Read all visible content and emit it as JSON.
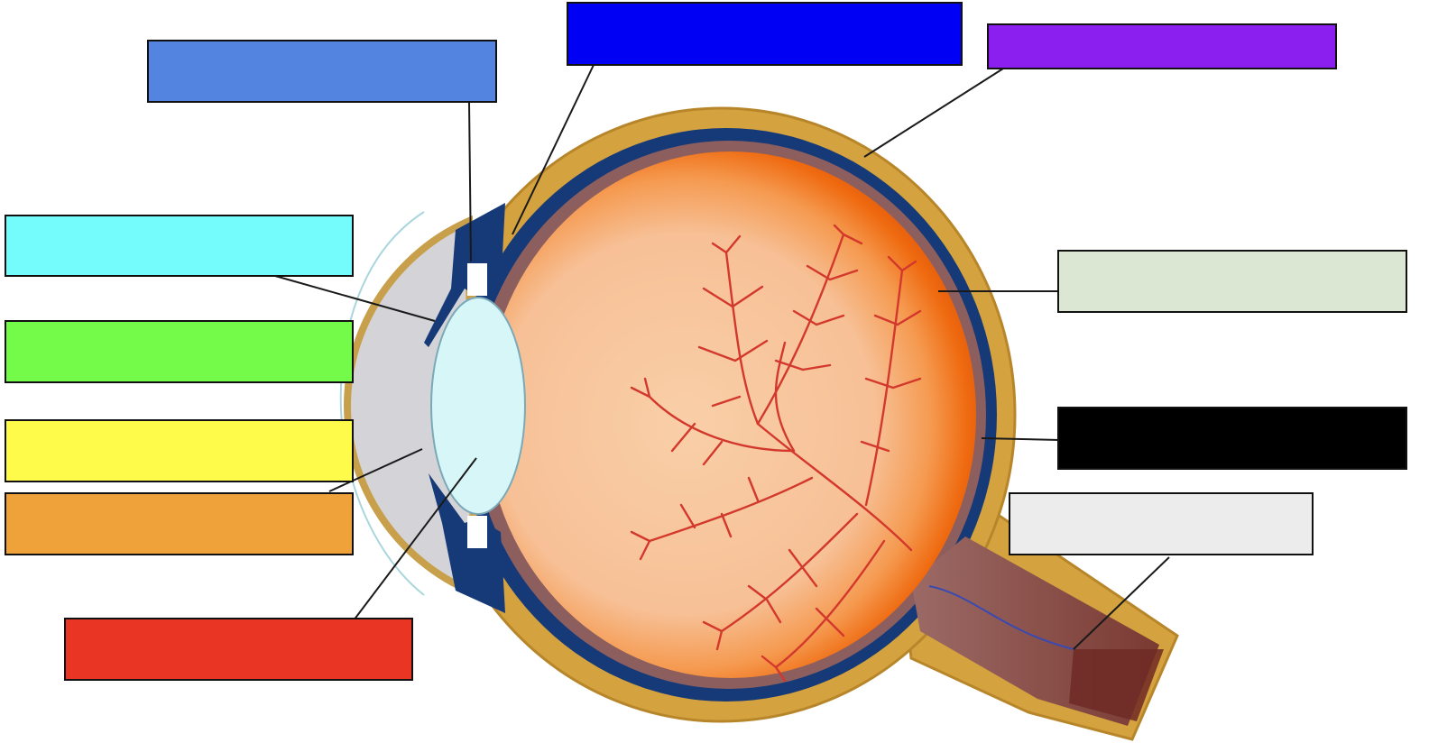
{
  "diagram": {
    "colors": {
      "sclera": "#d4a23e",
      "sclera_stroke": "#b8862a",
      "choroid": "#163a78",
      "retina": "#8d5e5e",
      "vitreous_light": "#f8c9a0",
      "vitreous_edge": "#ef6a10",
      "vessel": "#d3382c",
      "cornea": "#d4d4d8",
      "lens": "#d7f6f8",
      "leader": "#1a1a1a"
    },
    "label_boxes": [
      {
        "id": "box-a",
        "fill": "#5384e0"
      },
      {
        "id": "box-b",
        "fill": "#0000f5"
      },
      {
        "id": "box-c",
        "fill": "#8a1ff0"
      },
      {
        "id": "box-d",
        "fill": "#74fbfb"
      },
      {
        "id": "box-e",
        "fill": "#74fb4a"
      },
      {
        "id": "box-f",
        "fill": "#fffb4a"
      },
      {
        "id": "box-g",
        "fill": "#f0a23a"
      },
      {
        "id": "box-h",
        "fill": "#e83524"
      },
      {
        "id": "box-i",
        "fill": "#dbe6d3"
      },
      {
        "id": "box-j",
        "fill": "#000000"
      },
      {
        "id": "box-k",
        "fill": "#ececec"
      }
    ]
  }
}
